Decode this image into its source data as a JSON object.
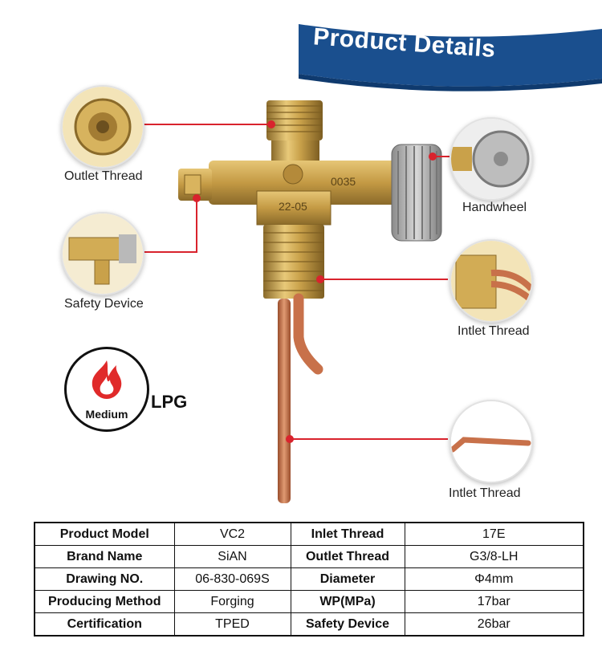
{
  "banner": {
    "title": "Product Details"
  },
  "callouts": {
    "outlet_thread": "Outlet Thread",
    "safety_device": "Safety Device",
    "handwheel": "Handwheel",
    "inlet_thread_1": "Intlet Thread",
    "inlet_thread_2": "Intlet Thread"
  },
  "valve_markings": {
    "body_code": "0035",
    "date_code": "22-05"
  },
  "medium": {
    "label": "Medium",
    "value": "LPG"
  },
  "specs": [
    {
      "k1": "Product Model",
      "v1": "VC2",
      "k2": "Inlet Thread",
      "v2": "17E"
    },
    {
      "k1": "Brand Name",
      "v1": "SiAN",
      "k2": "Outlet Thread",
      "v2": "G3/8-LH"
    },
    {
      "k1": "Drawing NO.",
      "v1": "06-830-069S",
      "k2": "Diameter",
      "v2": "Φ4mm"
    },
    {
      "k1": "Producing Method",
      "v1": "Forging",
      "k2": "WP(MPa)",
      "v2": "17bar"
    },
    {
      "k1": "Certification",
      "v1": "TPED",
      "k2": "Safety Device",
      "v2": "26bar"
    }
  ],
  "colors": {
    "banner_blue": "#1a4f8e",
    "callout_red": "#d9232d",
    "brass": "#c9a14a",
    "copper": "#c8714a"
  }
}
